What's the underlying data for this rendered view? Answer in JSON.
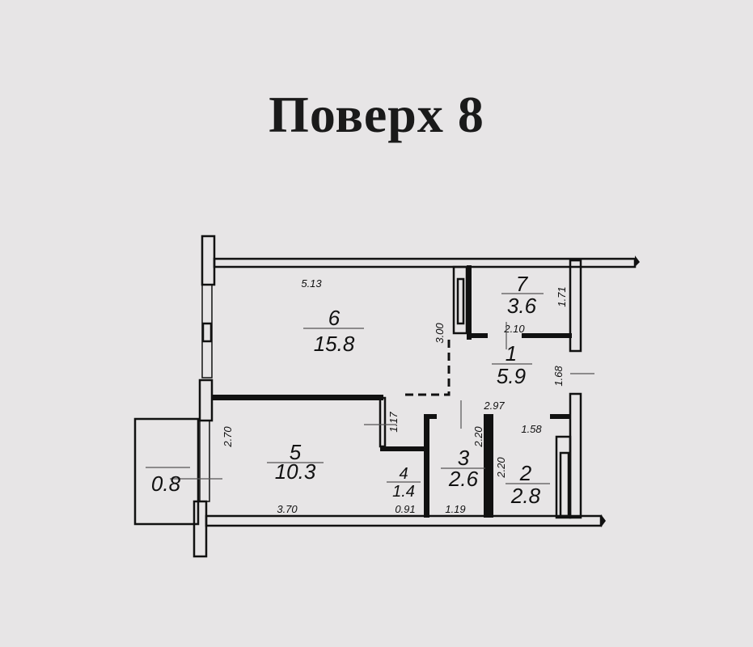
{
  "title": "Поверх 8",
  "rooms": [
    {
      "number": "1",
      "area": "5.9"
    },
    {
      "number": "2",
      "area": "2.8"
    },
    {
      "number": "3",
      "area": "2.6"
    },
    {
      "number": "4",
      "area": "1.4"
    },
    {
      "number": "5",
      "area": "10.3"
    },
    {
      "number": "6",
      "area": "15.8"
    },
    {
      "number": "7",
      "area": "3.6"
    }
  ],
  "balcony": {
    "area": "0.8"
  },
  "dimensions": {
    "room6_width": "5.13",
    "room6_depth": "3.00",
    "room7_height": "1.71",
    "room7_width": "2.10",
    "room1_height": "1.68",
    "room1_width": "2.97",
    "room2_width": "1.58",
    "room2_depth": "2.20",
    "room3_depth": "2.20",
    "room3_width": "1.19",
    "room4_width": "0.91",
    "corridor": "1.17",
    "room5_width": "3.70",
    "room5_depth": "2.70"
  }
}
